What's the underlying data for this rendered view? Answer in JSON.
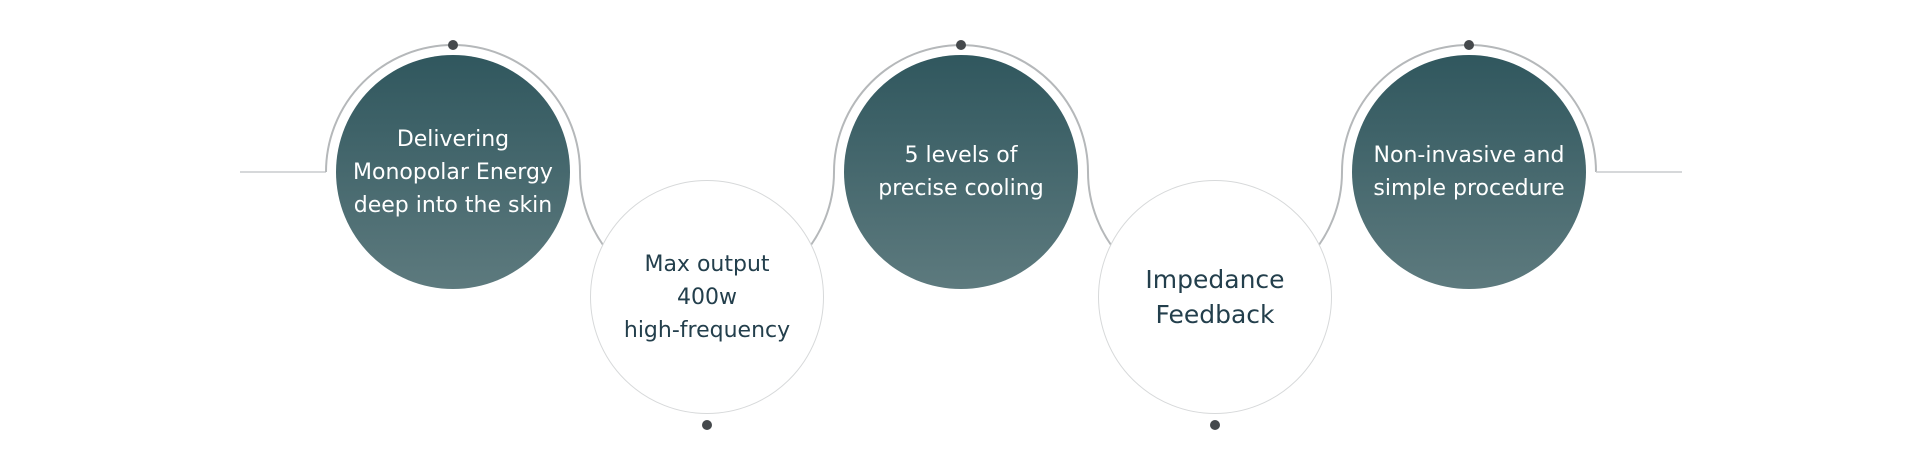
{
  "features": [
    {
      "text": "Delivering\nMonopolar Energy\ndeep into the skin",
      "style": "dark"
    },
    {
      "text": "Max output\n400w\nhigh-frequency",
      "style": "light"
    },
    {
      "text": "5 levels of\nprecise cooling",
      "style": "dark"
    },
    {
      "text": "Impedance\nFeedback",
      "style": "light"
    },
    {
      "text": "Non-invasive and\nsimple procedure",
      "style": "dark"
    }
  ],
  "colors": {
    "dark_top": "#30575e",
    "dark_bottom": "#5d7a7e",
    "light_text": "#233f4c",
    "line": "#b5b8ba",
    "dot": "#45494c"
  }
}
